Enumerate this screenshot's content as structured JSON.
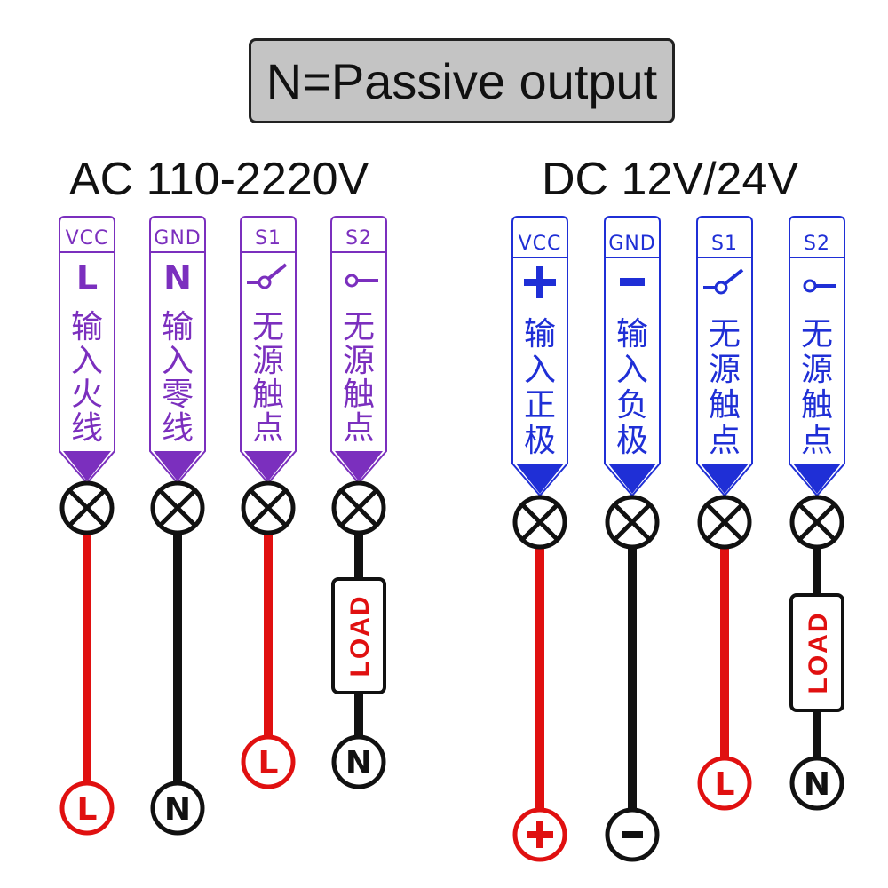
{
  "banner": {
    "text": "N=Passive output"
  },
  "colors": {
    "ac_accent": "#7b2fbe",
    "dc_accent": "#1f2fd6",
    "wire_red": "#e01010",
    "wire_black": "#111111",
    "terminal_red": "#e01010",
    "terminal_black": "#111111",
    "terminal_fill": "#ffffff"
  },
  "sections": [
    {
      "id": "ac",
      "title": "AC 110-2220V",
      "accent_color": "#7b2fbe",
      "terminals": [
        {
          "code": "VCC",
          "symbol": "L",
          "symbol_type": "text",
          "desc": [
            "输",
            "入",
            "火",
            "线"
          ],
          "wire": "red",
          "end_label": "L",
          "end_color": "red",
          "load": false,
          "load_text": ""
        },
        {
          "code": "GND",
          "symbol": "N",
          "symbol_type": "text",
          "desc": [
            "输",
            "入",
            "零",
            "线"
          ],
          "wire": "black",
          "end_label": "N",
          "end_color": "black",
          "load": false,
          "load_text": ""
        },
        {
          "code": "S1",
          "symbol": "switch",
          "symbol_type": "switch-icon",
          "desc": [
            "无",
            "源",
            "触",
            "点"
          ],
          "wire": "red",
          "end_label": "L",
          "end_color": "red",
          "load": false,
          "load_text": ""
        },
        {
          "code": "S2",
          "symbol": "contact",
          "symbol_type": "contact-icon",
          "desc": [
            "无",
            "源",
            "触",
            "点"
          ],
          "wire": "black",
          "end_label": "N",
          "end_color": "black",
          "load": true,
          "load_text": "LOAD"
        }
      ]
    },
    {
      "id": "dc",
      "title": "DC 12V/24V",
      "accent_color": "#1f2fd6",
      "terminals": [
        {
          "code": "VCC",
          "symbol": "+",
          "symbol_type": "plus-icon",
          "desc": [
            "输",
            "入",
            "正",
            "极"
          ],
          "wire": "red",
          "end_label": "+",
          "end_color": "red",
          "load": false,
          "load_text": ""
        },
        {
          "code": "GND",
          "symbol": "-",
          "symbol_type": "minus-icon",
          "desc": [
            "输",
            "入",
            "负",
            "极"
          ],
          "wire": "black",
          "end_label": "-",
          "end_color": "black",
          "load": false,
          "load_text": ""
        },
        {
          "code": "S1",
          "symbol": "switch",
          "symbol_type": "switch-icon",
          "desc": [
            "无",
            "源",
            "触",
            "点"
          ],
          "wire": "red",
          "end_label": "L",
          "end_color": "red",
          "load": false,
          "load_text": ""
        },
        {
          "code": "S2",
          "symbol": "contact",
          "symbol_type": "contact-icon",
          "desc": [
            "无",
            "源",
            "触",
            "点"
          ],
          "wire": "black",
          "end_label": "N",
          "end_color": "black",
          "load": true,
          "load_text": "LOAD"
        }
      ]
    }
  ]
}
